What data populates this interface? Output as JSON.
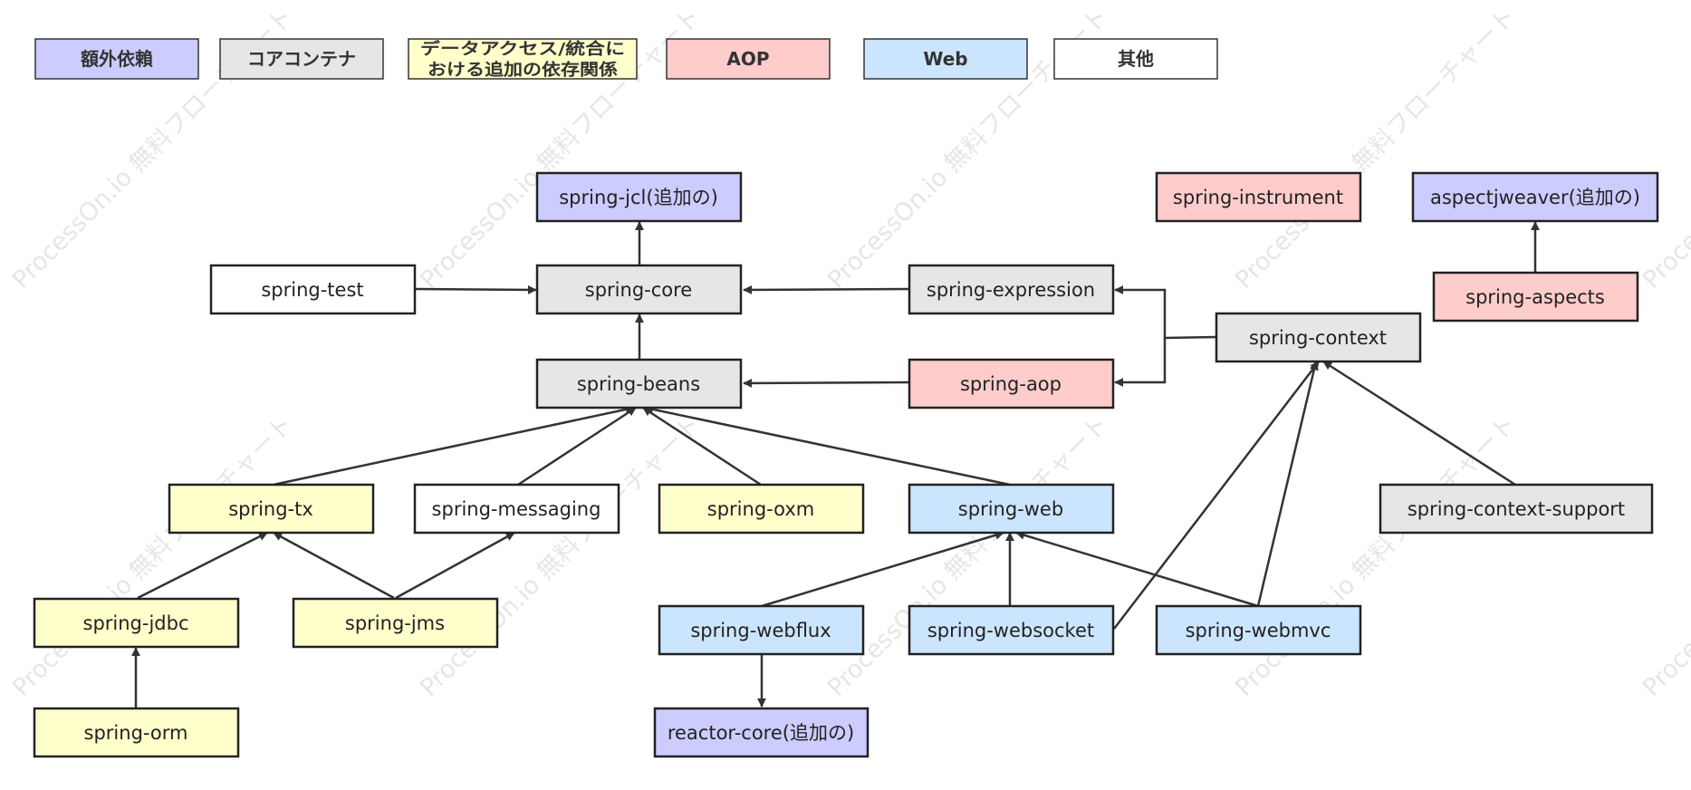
{
  "watermark": {
    "text": "ProcessOn.io 無料フローチャート"
  },
  "colors": {
    "extra_dependency": "#ccccff",
    "core_container": "#e6e6e6",
    "data_access": "#ffffcc",
    "aop": "#ffcccc",
    "web": "#cce5ff",
    "other": "#ffffff"
  },
  "legend": {
    "extra_dependency": "額外依賴",
    "core_container": "コアコンテナ",
    "data_access_line1": "データアクセス/統合に",
    "data_access_line2": "おける追加の依存関係",
    "aop": "AOP",
    "web": "Web",
    "other": "其他"
  },
  "nodes": {
    "jcl": "spring-jcl(追加の)",
    "test": "spring-test",
    "core": "spring-core",
    "beans": "spring-beans",
    "expression": "spring-expression",
    "aop": "spring-aop",
    "context": "spring-context",
    "instrument": "spring-instrument",
    "aspectjweaver": "aspectjweaver(追加の)",
    "aspects": "spring-aspects",
    "tx": "spring-tx",
    "messaging": "spring-messaging",
    "oxm": "spring-oxm",
    "web": "spring-web",
    "context_support": "spring-context-support",
    "jdbc": "spring-jdbc",
    "jms": "spring-jms",
    "webflux": "spring-webflux",
    "websocket": "spring-websocket",
    "webmvc": "spring-webmvc",
    "orm": "spring-orm",
    "reactor_core": "reactor-core(追加の)"
  }
}
